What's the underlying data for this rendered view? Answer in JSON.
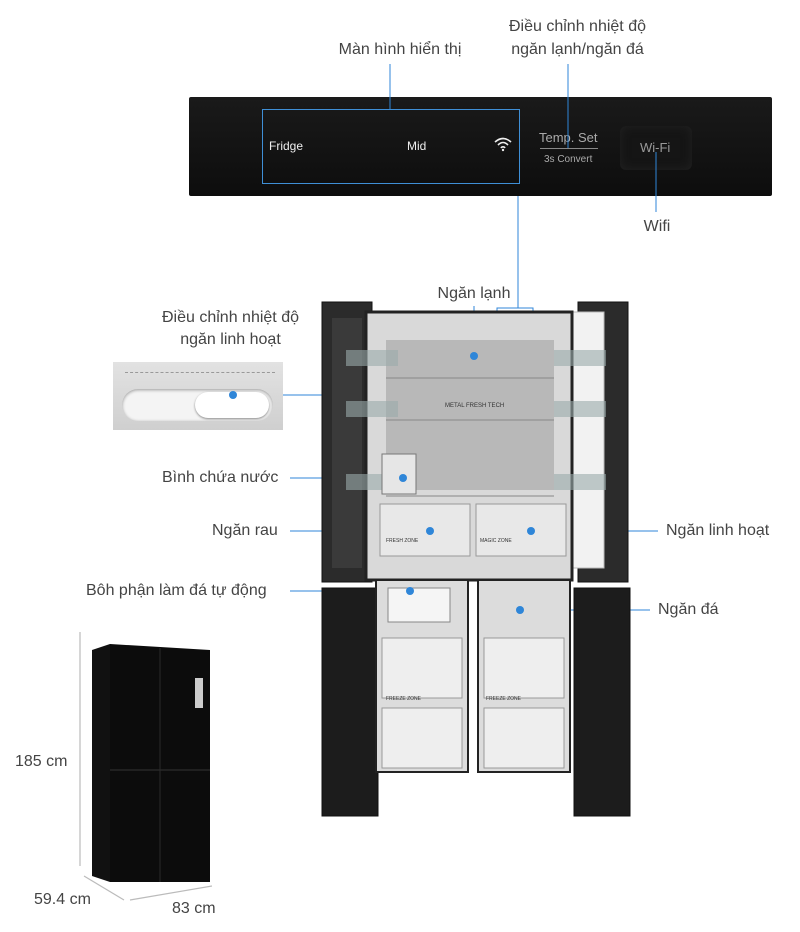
{
  "labels": {
    "display_screen": "Màn hình hiển thị",
    "temp_adjust_fridge_freezer": [
      "Điều chỉnh nhiệt độ",
      "ngăn lạnh/ngăn đá"
    ],
    "wifi": "Wifi",
    "fridge_compartment": "Ngăn lạnh",
    "temp_adjust_flex": [
      "Điều chỉnh nhiệt độ",
      "ngăn linh hoạt"
    ],
    "water_tank": "Bình chứa nước",
    "vegetable_drawer": "Ngăn rau",
    "flexible_drawer": "Ngăn linh hoạt",
    "ice_maker": "Bôh phận làm đá tự động",
    "freezer_compartment": "Ngăn đá"
  },
  "panel": {
    "fridge": "Fridge",
    "mode": "Mid",
    "temp_set": "Temp. Set",
    "convert": "3s Convert",
    "wifi_button": "Wi-Fi"
  },
  "interior": {
    "metal_fresh": "METAL FRESH TECH",
    "fresh_zone": "FRESH ZONE",
    "magic_zone": "MAGIC ZONE",
    "freeze_zone": "FREEZE ZONE"
  },
  "dimensions": {
    "height": "185 cm",
    "depth": "59.4 cm",
    "width": "83 cm"
  },
  "colors": {
    "accent": "#2f86d8",
    "panel": "#111111",
    "body": "#1c1c1c"
  }
}
